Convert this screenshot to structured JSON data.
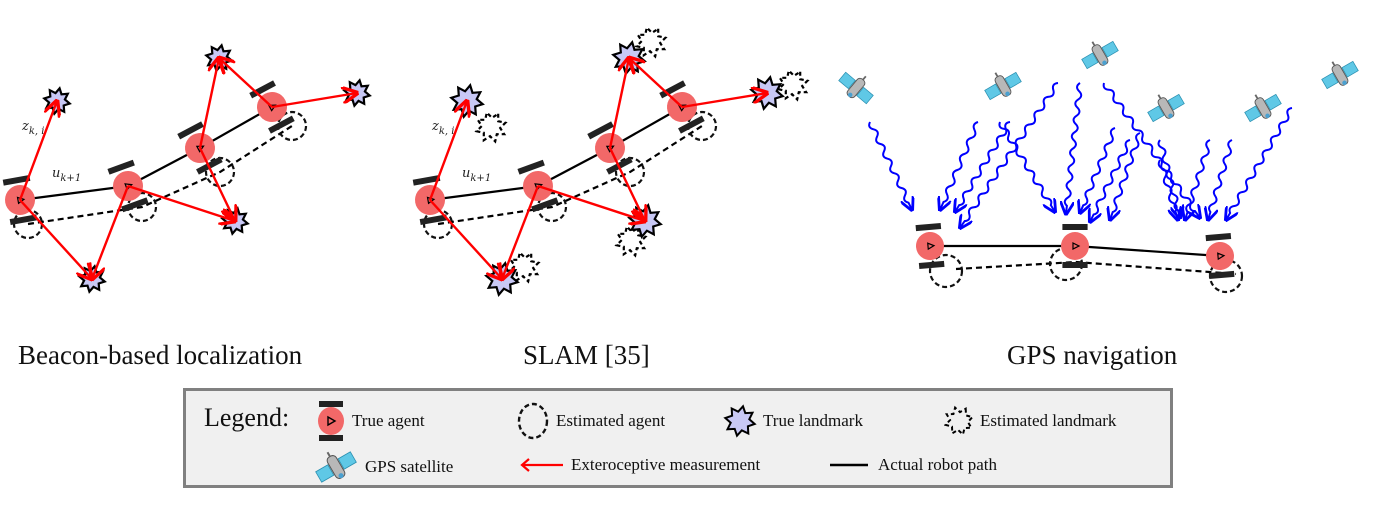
{
  "panels": [
    {
      "id": "beacon",
      "caption": "Beacon-based localization",
      "labels": {
        "measurement": "z",
        "measurement_sub": "k, i",
        "control": "u",
        "control_sub": "k+1"
      }
    },
    {
      "id": "slam",
      "caption": "SLAM [35]",
      "labels": {
        "measurement": "z",
        "measurement_sub": "k, i",
        "control": "u",
        "control_sub": "k+1"
      }
    },
    {
      "id": "gps",
      "caption": "GPS navigation"
    }
  ],
  "legend": {
    "title": "Legend:",
    "items": [
      {
        "key": "true_agent",
        "label": "True agent",
        "icon": "robot-icon"
      },
      {
        "key": "estimated_agent",
        "label": "Estimated agent",
        "icon": "dashed-circle-icon"
      },
      {
        "key": "true_landmark",
        "label": "True landmark",
        "icon": "star-icon"
      },
      {
        "key": "estimated_landmark",
        "label": "Estimated landmark",
        "icon": "dashed-star-icon"
      },
      {
        "key": "gps_satellite",
        "label": "GPS satellite",
        "icon": "satellite-icon"
      },
      {
        "key": "exteroceptive",
        "label": "Exteroceptive measurement",
        "icon": "red-arrow-icon"
      },
      {
        "key": "actual_path",
        "label": "Actual robot path",
        "icon": "solid-line-icon"
      }
    ]
  },
  "colors": {
    "agent_fill": "#f26868",
    "landmark_fill": "#c8c8f5",
    "measurement": "#ff0000",
    "gps_signal": "#0000ff",
    "path": "#000000",
    "legend_bg": "#f0f0f0",
    "legend_border": "#808080"
  }
}
